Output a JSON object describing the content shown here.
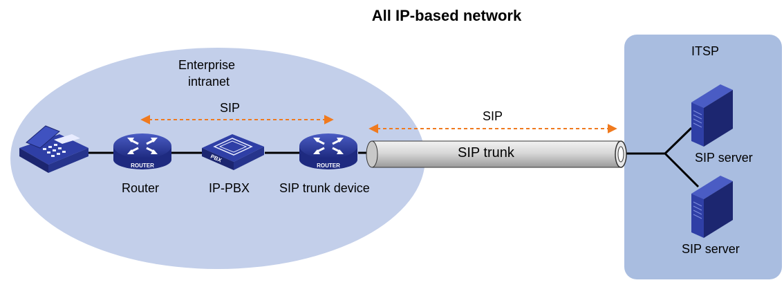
{
  "title": "All IP-based network",
  "intranet": {
    "line1": "Enterprise",
    "line2": "intranet"
  },
  "itsp": {
    "label": "ITSP"
  },
  "sip_left": "SIP",
  "sip_right": "SIP",
  "trunk_label": "SIP trunk",
  "devices": {
    "router": "Router",
    "pbx": "IP-PBX",
    "trunk_device": "SIP trunk device",
    "server1": "SIP server",
    "server2": "SIP server"
  },
  "icon_text": {
    "router": "ROUTER",
    "pbx": "PBX"
  },
  "colors": {
    "intranet_fill": "#c3cfea",
    "itsp_fill": "#a9bde0",
    "device_blue": "#2f3fa6",
    "arrow": "#f07a1e",
    "line": "#000000"
  }
}
